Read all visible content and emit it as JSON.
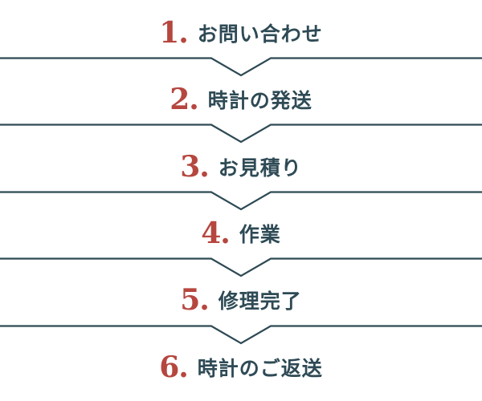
{
  "colors": {
    "number": "#b5473f",
    "label": "#2e4a55",
    "divider": "#2e4a55",
    "background": "#ffffff"
  },
  "steps": [
    {
      "number": "1.",
      "label": "お問い合わせ"
    },
    {
      "number": "2.",
      "label": "時計の発送"
    },
    {
      "number": "3.",
      "label": "お見積り"
    },
    {
      "number": "4.",
      "label": "作業"
    },
    {
      "number": "5.",
      "label": "修理完了"
    },
    {
      "number": "6.",
      "label": "時計のご返送"
    }
  ],
  "divider_icon": "chevron-down-icon"
}
